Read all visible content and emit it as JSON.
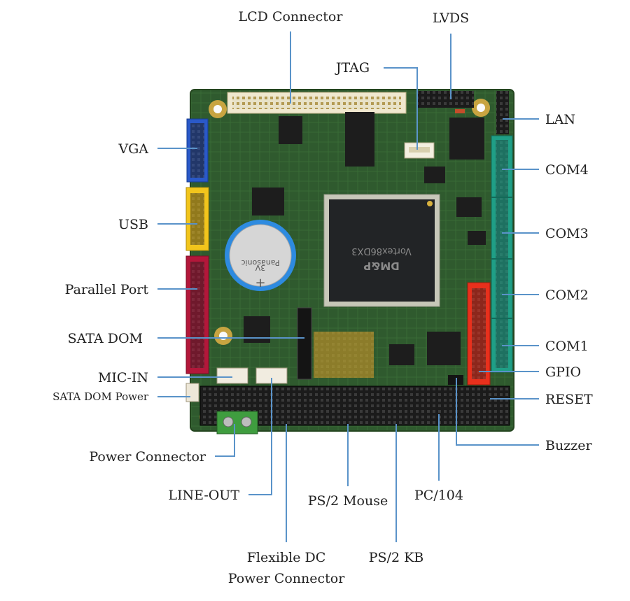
{
  "board": {
    "chip_marking": "DM&P",
    "chip_model": "Vortex86DX3",
    "battery_brand": "Panasonic",
    "battery_voltage": "3V",
    "battery_polarity": "+"
  },
  "labels": {
    "lcd": "LCD Connector",
    "lvds": "LVDS",
    "jtag": "JTAG",
    "lan": "LAN",
    "vga": "VGA",
    "com4": "COM4",
    "usb": "USB",
    "com3": "COM3",
    "parallel": "Parallel Port",
    "com2": "COM2",
    "sata_dom": "SATA DOM",
    "com1": "COM1",
    "mic_in": "MIC-IN",
    "gpio": "GPIO",
    "sata_dom_power": "SATA DOM Power",
    "reset": "RESET",
    "buzzer": "Buzzer",
    "power_connector": "Power Connector",
    "line_out": "LINE-OUT",
    "ps2_mouse": "PS/2 Mouse",
    "pc104": "PC/104",
    "flexible_dc_1": "Flexible DC",
    "flexible_dc_2": "Power Connector",
    "ps2_kb": "PS/2 KB"
  },
  "colors": {
    "pcb": "#2f5a2e",
    "leader": "#5a93c9",
    "vga_header": "#2a59c8",
    "usb_header": "#f2c51c",
    "parallel_header": "#b3173a",
    "gpio_header": "#e8301c",
    "com_headers": "#1f9f86",
    "power_terminal": "#3f9d3f",
    "battery": "#2e8be0"
  }
}
